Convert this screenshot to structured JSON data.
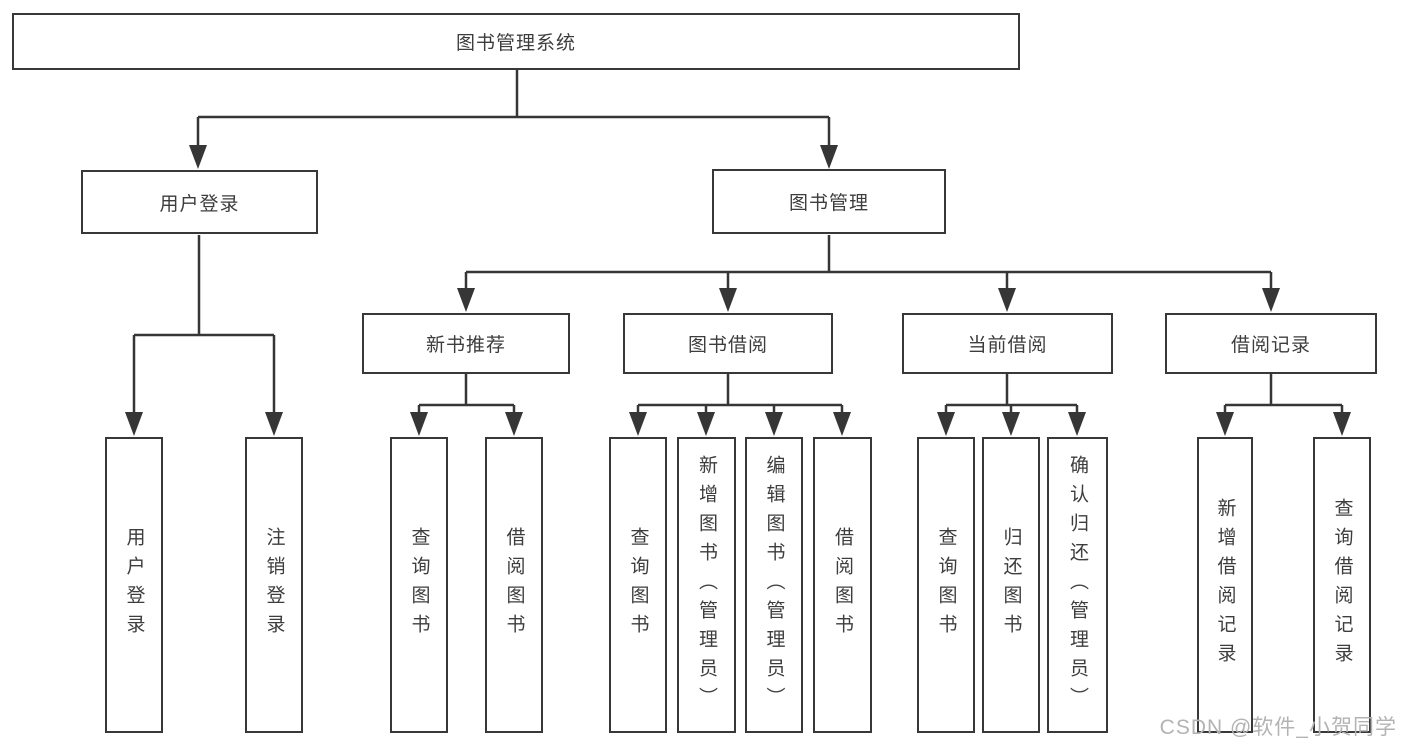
{
  "diagram": {
    "root": "图书管理系统",
    "children": [
      {
        "label": "用户登录",
        "children": [
          "用户登录",
          "注销登录"
        ]
      },
      {
        "label": "图书管理",
        "children": [
          {
            "label": "新书推荐",
            "children": [
              "查询图书",
              "借阅图书"
            ]
          },
          {
            "label": "图书借阅",
            "children": [
              "查询图书",
              "新增图书（管理员）",
              "编辑图书（管理员）",
              "借阅图书"
            ]
          },
          {
            "label": "当前借阅",
            "children": [
              "查询图书",
              "归还图书",
              "确认归还（管理员）"
            ]
          },
          {
            "label": "借阅记录",
            "children": [
              "新增借阅记录",
              "查询借阅记录"
            ]
          }
        ]
      }
    ]
  },
  "watermark": "CSDN @软件_小贺同学",
  "colors": {
    "line": "#363636",
    "box_border": "#383838",
    "text": "#3d3d3d",
    "watermark": "#b3b3b3",
    "background": "#ffffff"
  }
}
